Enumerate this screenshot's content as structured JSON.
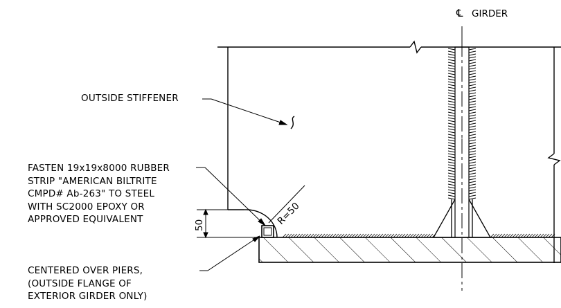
{
  "centerline": {
    "symbol": "℄",
    "label": "GIRDER"
  },
  "stiffener_note": {
    "text": "OUTSIDE STIFFENER"
  },
  "rubber_strip_note": {
    "lines": [
      "FASTEN 19x19x8000 RUBBER",
      "STRIP \"AMERICAN BILTRITE",
      "CMPD# Ab-263\" TO STEEL",
      "WITH SC2000 EPOXY OR",
      "APPROVED EQUIVALENT"
    ]
  },
  "pier_note": {
    "lines": [
      "CENTERED OVER PIERS,",
      "(OUTSIDE FLANGE OF",
      "EXTERIOR GIRDER ONLY)"
    ]
  },
  "dimensions": {
    "radius_label": "R=50",
    "height_label": "50"
  }
}
